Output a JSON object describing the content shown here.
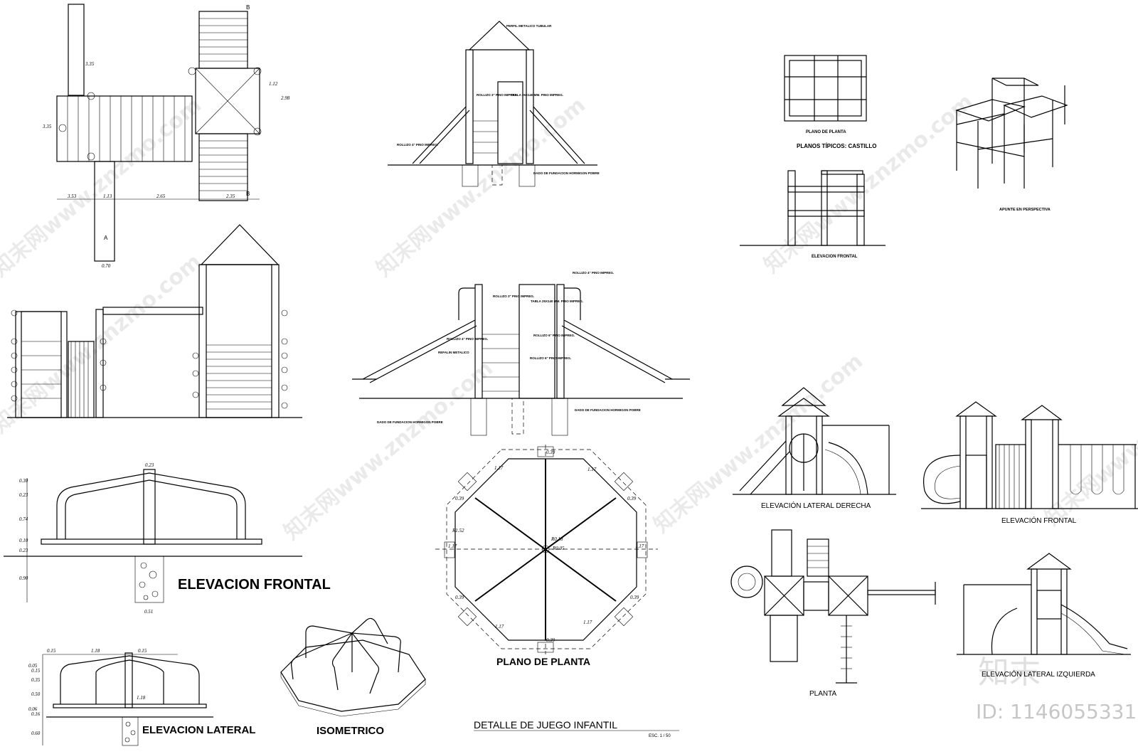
{
  "labels": {
    "elevacion_frontal": "ELEVACION FRONTAL",
    "elevacion_lateral": "ELEVACION LATERAL",
    "isometrico": "ISOMETRICO",
    "plano_de_planta": "PLANO  DE PLANTA",
    "detalle_title": "DETALLE DE JUEGO INFANTIL",
    "escala": "ESC. 1 / 50",
    "plano_planta_small": "PLANO DE PLANTA",
    "planos_tipicos": "PLANOS TÍPICOS: CASTILLO",
    "elevacion_frontal_small": "ELEVACION FRONTAL",
    "apunte_perspectiva": "APUNTE EN PERSPECTIVA",
    "elev_lat_derecha": "ELEVACIÓN LATERAL DERECHA",
    "elev_frontal_2": "ELEVACIÓN FRONTAL",
    "planta": "PLANTA",
    "elev_lat_izquierda": "ELEVACIÓN LATERAL IZQUIERDA"
  },
  "notes": {
    "rollizo_4": "ROLLIZO 4\" PINO IMPREG.",
    "rollizo_3": "ROLLIZO 3\" PINO IMPREG.",
    "rollizo_6": "ROLLIZO 6\" PINO IMPREG.",
    "tabla": "TABLA 25X140 MM. PINO IMPREG.",
    "dado": "DADO DE FUNDACION HORMIGON POBRE",
    "refalin": "REFALIN METALICO",
    "perfil": "PERFIL METALICO TUBULAR"
  },
  "markers": {
    "a": "A",
    "b": "B"
  },
  "plan_dims": [
    "3.35",
    "2.98",
    "1.12",
    "3.53",
    "1.13",
    "2.65",
    "2.35",
    "0.70",
    "3.35"
  ],
  "merry_front_dims": [
    "0.30",
    "0.23",
    "0.74",
    "0.10",
    "0.23",
    "0.90",
    "0.23",
    "0.51"
  ],
  "merry_side_dims": [
    "0.15",
    "1.18",
    "0.15",
    "0.05",
    "0.15",
    "0.35",
    "0.50",
    "0.06",
    "0.16",
    "0.60",
    "1.18"
  ],
  "octagon_dims": [
    "0.39",
    "1.17",
    "1.17",
    "0.39",
    "0.39",
    "1.17",
    "1.17",
    "0.39",
    "0.39",
    "1.17",
    "1.17",
    "0.39"
  ],
  "radii": {
    "r1": "R1.52",
    "r2": "R0.18",
    "r3": "R0.05"
  },
  "watermarks": [
    "知末网www.znzmo.com",
    "知末",
    "ID: 1146055331"
  ]
}
